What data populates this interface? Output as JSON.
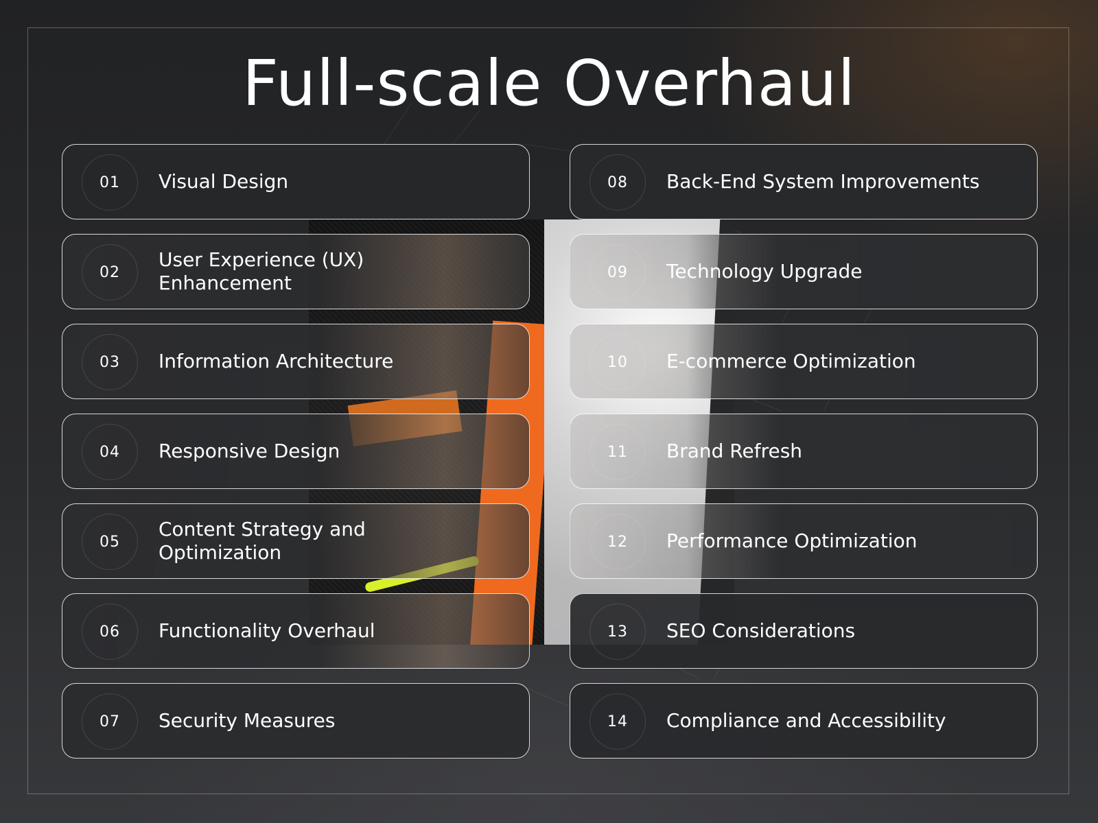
{
  "title": "Full-scale Overhaul",
  "left_items": [
    {
      "number": "01",
      "label": "Visual Design"
    },
    {
      "number": "02",
      "label": "User Experience (UX)\nEnhancement"
    },
    {
      "number": "03",
      "label": "Information Architecture"
    },
    {
      "number": "04",
      "label": "Responsive Design"
    },
    {
      "number": "05",
      "label": "Content Strategy and\nOptimization"
    },
    {
      "number": "06",
      "label": "Functionality Overhaul"
    },
    {
      "number": "07",
      "label": "Security Measures"
    }
  ],
  "right_items": [
    {
      "number": "08",
      "label": "Back-End System Improvements"
    },
    {
      "number": "09",
      "label": "Technology Upgrade"
    },
    {
      "number": "10",
      "label": "E-commerce Optimization"
    },
    {
      "number": "11",
      "label": "Brand Refresh"
    },
    {
      "number": "12",
      "label": "Performance Optimization"
    },
    {
      "number": "13",
      "label": "SEO Considerations"
    },
    {
      "number": "14",
      "label": "Compliance and Accessibility"
    }
  ],
  "colors": {
    "background": "#232426",
    "accent_orange": "#ef6a1f",
    "accent_yellow": "#d8f028",
    "text": "#ffffff"
  }
}
